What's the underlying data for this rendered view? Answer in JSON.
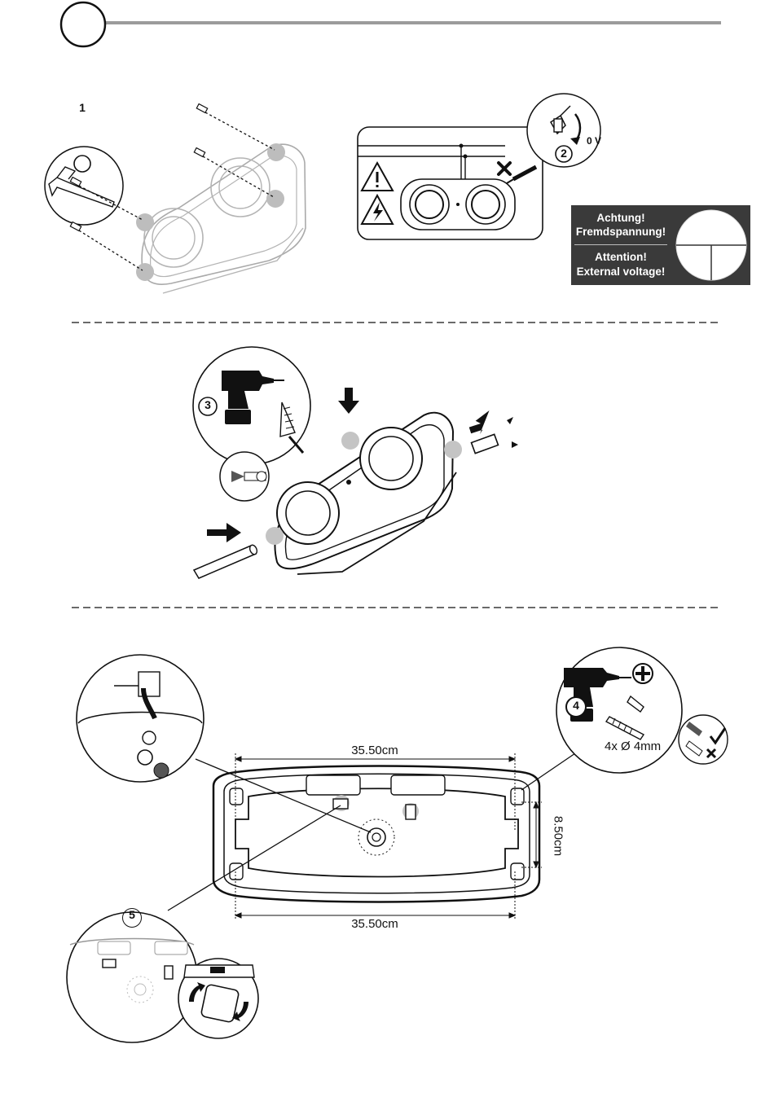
{
  "header": {
    "circle": ""
  },
  "section1": {
    "step1_badge": "1",
    "step2_badge": "2",
    "voltage_label": "0 V",
    "warning": {
      "de_line1": "Achtung!",
      "de_line2": "Fremdspannung!",
      "en_line1": "Attention!",
      "en_line2": "External voltage!"
    }
  },
  "section2": {
    "step3_badge": "3"
  },
  "section3": {
    "step4_badge": "4",
    "step5_badge": "5",
    "screw_spec": "4x Ø 4mm",
    "dim_top": "35.50cm",
    "dim_bottom": "35.50cm",
    "dim_side": "8.50cm"
  },
  "icons": [
    "hex-key-icon",
    "screw-icon",
    "warning-triangle-icon",
    "high-voltage-icon",
    "screwdriver-icon",
    "drill-icon",
    "step-drill-bit-icon",
    "cable-gland-icon",
    "phillips-bit-icon",
    "check-icon",
    "cross-icon",
    "rotate-arrow-icon"
  ]
}
